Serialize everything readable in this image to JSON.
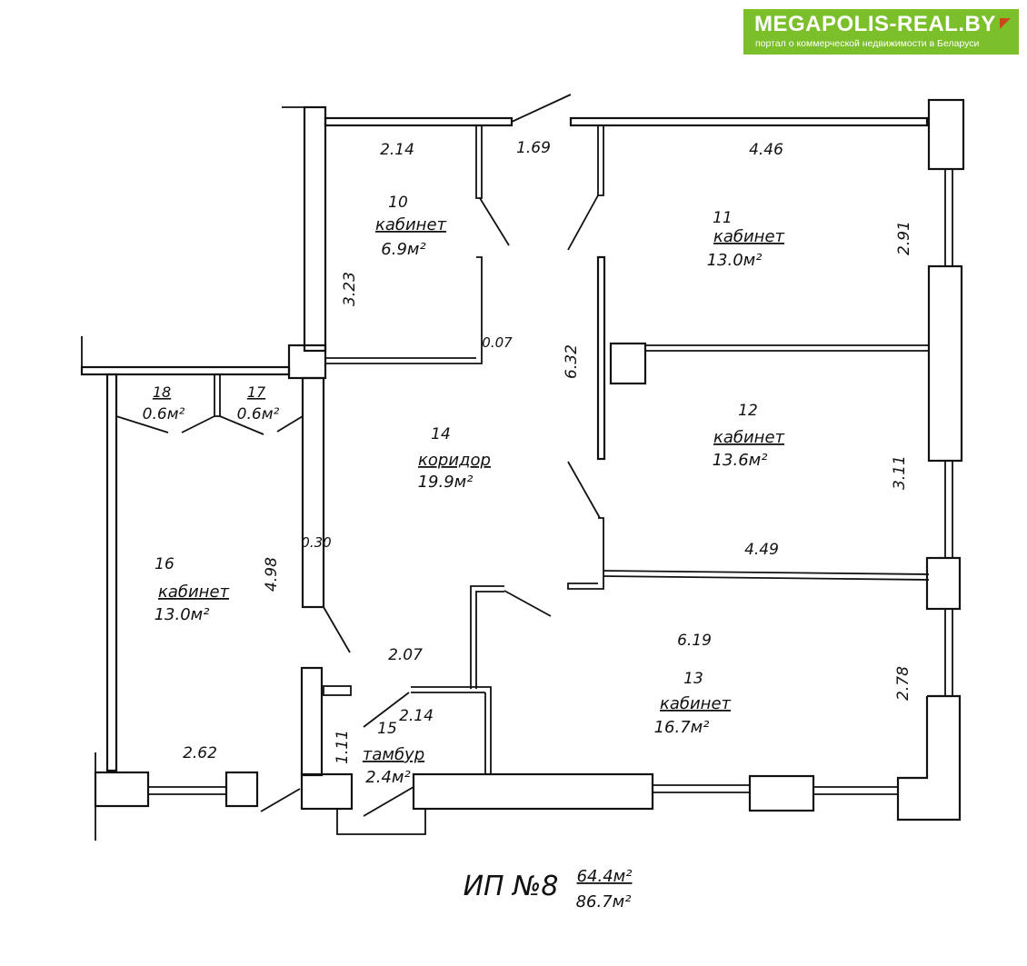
{
  "brand": {
    "title": "MEGAPOLIS-REAL.BY",
    "subtitle": "портал о коммерческой недвижимости в Беларуси",
    "color": "#7bbf2a",
    "corner_color": "#c9481c"
  },
  "plan": {
    "title": "ИП №8",
    "area_main": "64.4м²",
    "area_total": "86.7м²"
  },
  "rooms": {
    "r10": {
      "num": "10",
      "name": "кабинет",
      "area": "6.9м²"
    },
    "r11": {
      "num": "11",
      "name": "кабинет",
      "area": "13.0м²"
    },
    "r12": {
      "num": "12",
      "name": "кабинет",
      "area": "13.6м²"
    },
    "r13": {
      "num": "13",
      "name": "кабинет",
      "area": "16.7м²"
    },
    "r14": {
      "num": "14",
      "name": "коридор",
      "area": "19.9м²"
    },
    "r15": {
      "num": "15",
      "name": "тамбур",
      "area": "2.4м²"
    },
    "r16": {
      "num": "16",
      "name": "кабинет",
      "area": "13.0м²"
    },
    "r17": {
      "num": "17",
      "area": "0.6м²"
    },
    "r18": {
      "num": "18",
      "area": "0.6м²"
    }
  },
  "dimensions": {
    "d_2_14_top": "2.14",
    "d_1_69": "1.69",
    "d_4_46": "4.46",
    "d_2_91": "2.91",
    "d_3_23": "3.23",
    "d_0_07": "0.07",
    "d_6_32": "6.32",
    "d_3_11": "3.11",
    "d_4_49": "4.49",
    "d_0_30": "0.30",
    "d_4_98": "4.98",
    "d_6_19": "6.19",
    "d_2_07": "2.07",
    "d_2_78": "2.78",
    "d_2_14_bottom": "2.14",
    "d_1_11": "1.11",
    "d_2_62": "2.62"
  }
}
